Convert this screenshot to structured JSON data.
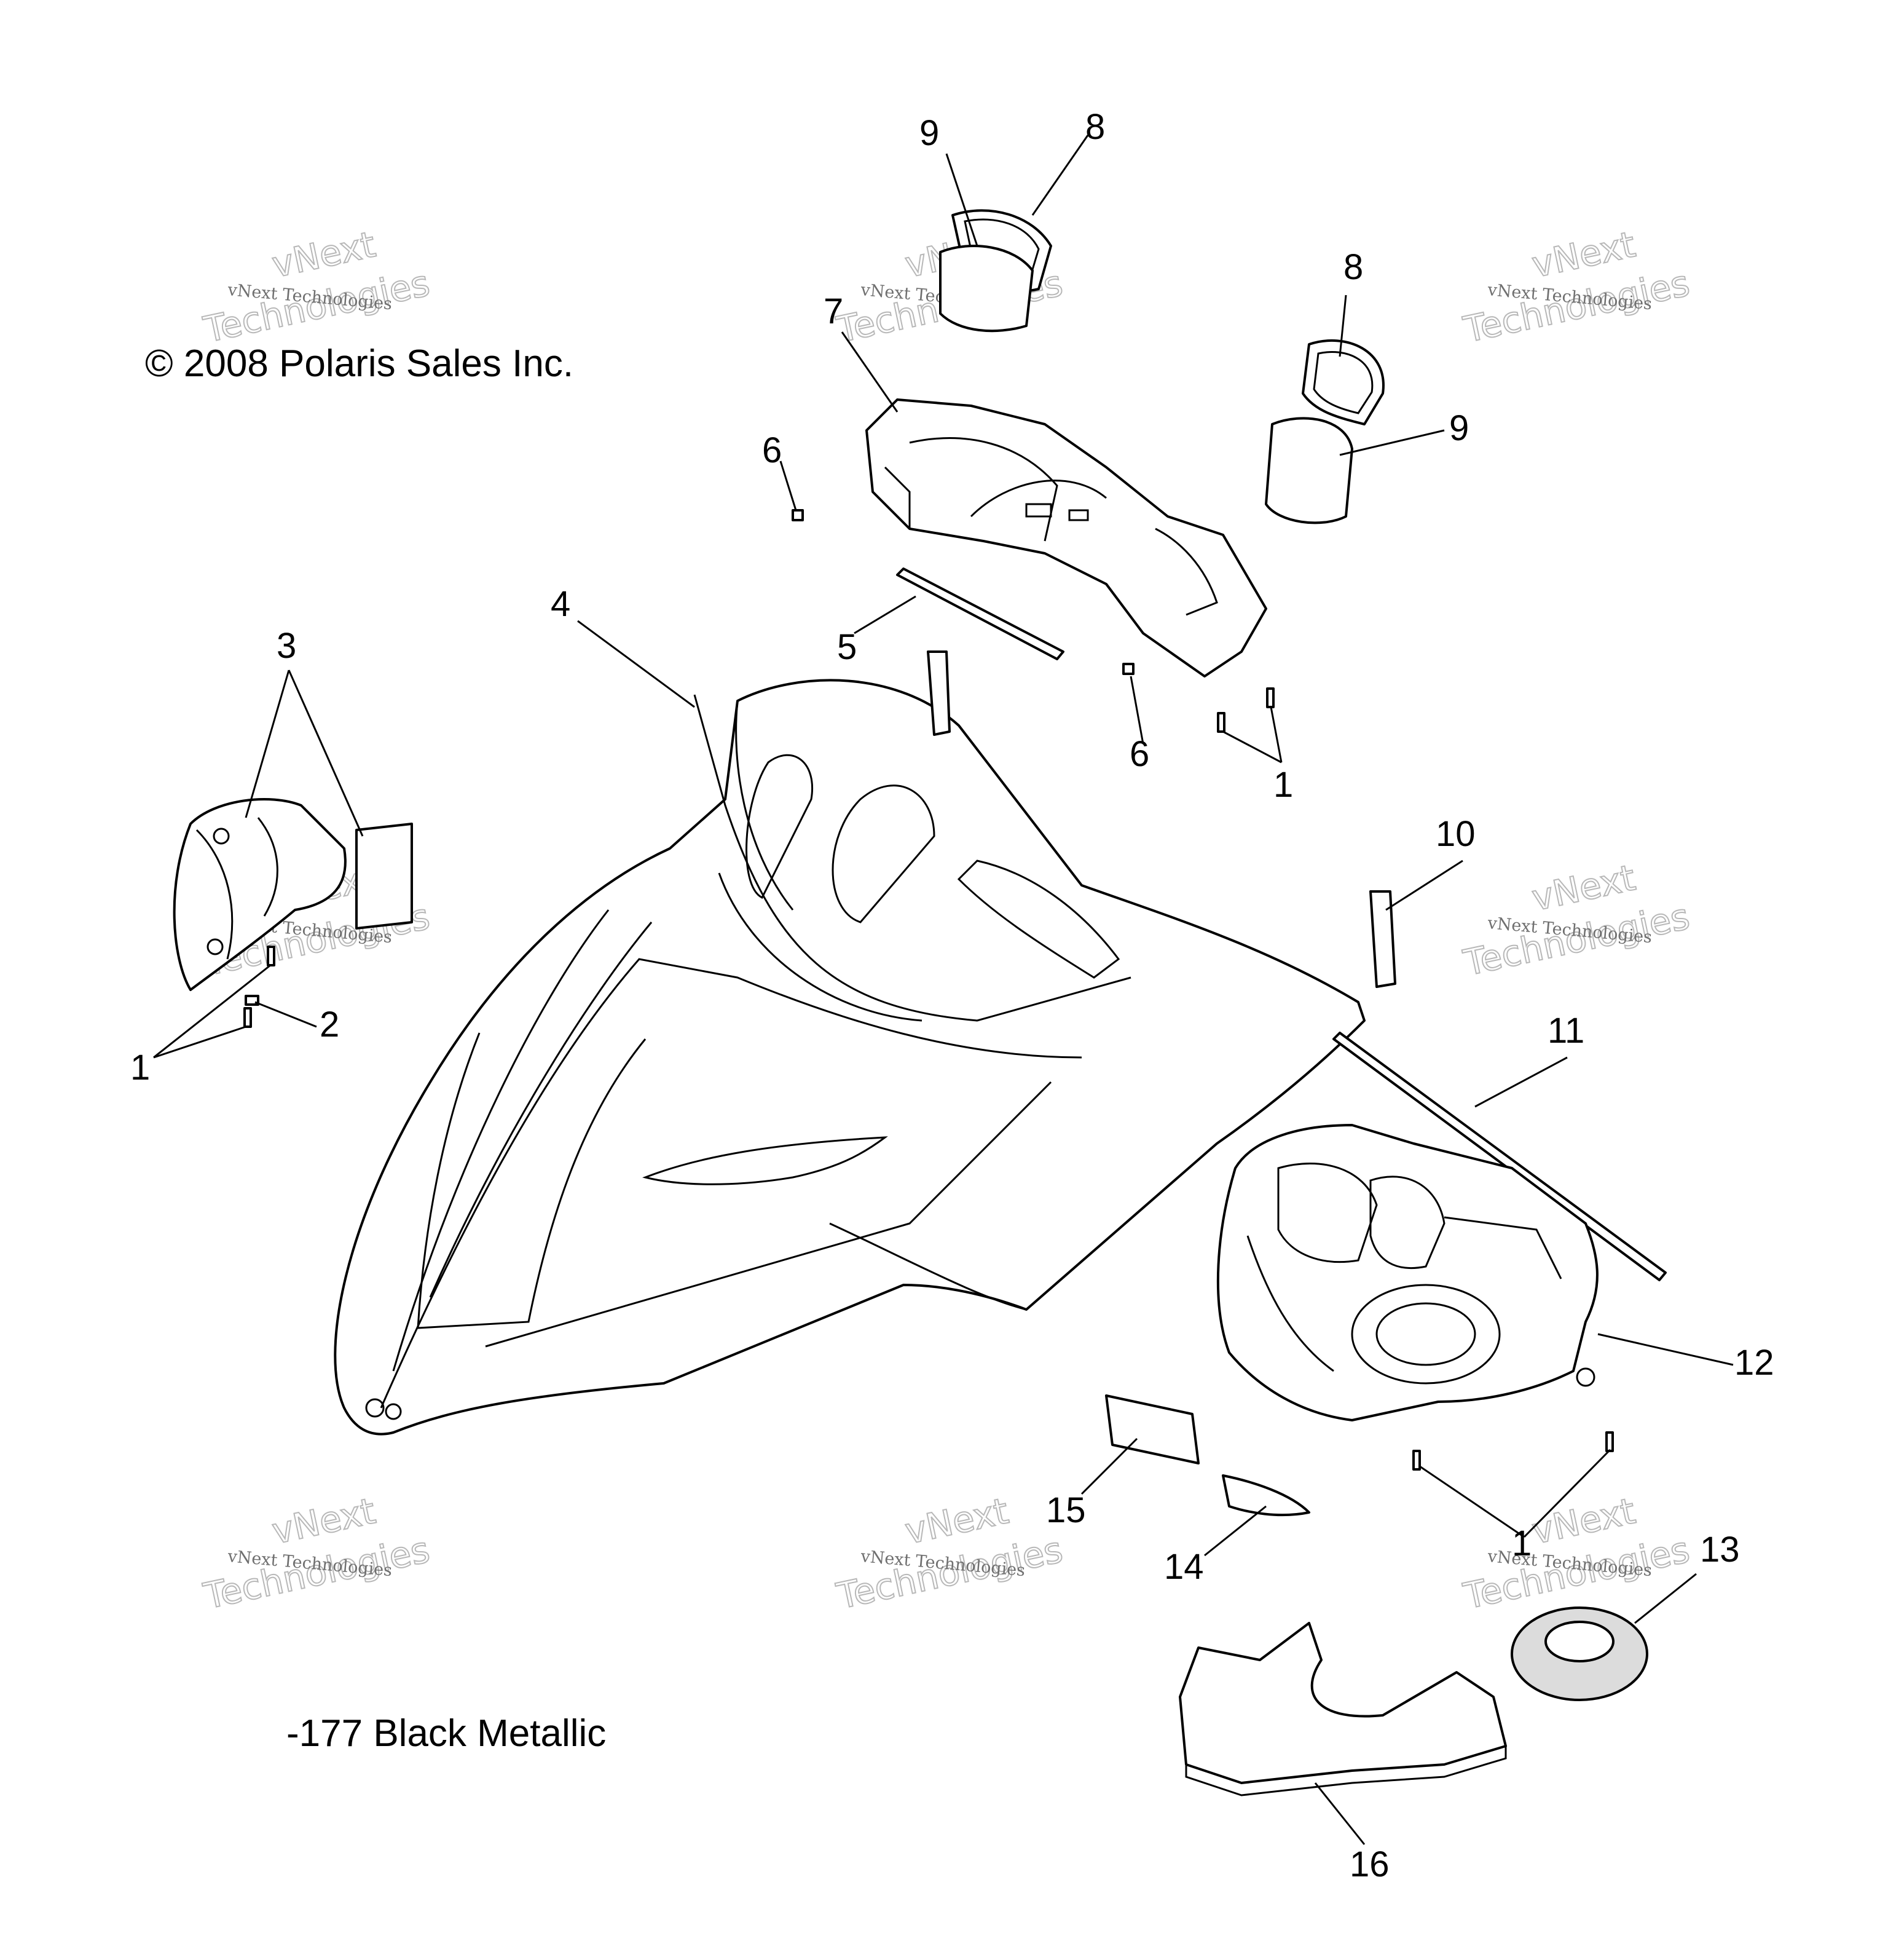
{
  "copyright": "© 2008 Polaris Sales Inc.",
  "color_note": "-177 Black Metallic",
  "watermark": {
    "line1": "vNext",
    "line2": "Technologies",
    "caption": "vNext Technologies"
  },
  "callouts": [
    {
      "id": "c9a",
      "text": "9"
    },
    {
      "id": "c8a",
      "text": "8"
    },
    {
      "id": "c8b",
      "text": "8"
    },
    {
      "id": "c7",
      "text": "7"
    },
    {
      "id": "c6a",
      "text": "6"
    },
    {
      "id": "c9b",
      "text": "9"
    },
    {
      "id": "c4",
      "text": "4"
    },
    {
      "id": "c5",
      "text": "5"
    },
    {
      "id": "c3",
      "text": "3"
    },
    {
      "id": "c6b",
      "text": "6"
    },
    {
      "id": "c1a",
      "text": "1"
    },
    {
      "id": "c10",
      "text": "10"
    },
    {
      "id": "c2",
      "text": "2"
    },
    {
      "id": "c1b",
      "text": "1"
    },
    {
      "id": "c11",
      "text": "11"
    },
    {
      "id": "c12",
      "text": "12"
    },
    {
      "id": "c15",
      "text": "15"
    },
    {
      "id": "c14",
      "text": "14"
    },
    {
      "id": "c1c",
      "text": "1"
    },
    {
      "id": "c13",
      "text": "13"
    },
    {
      "id": "c16",
      "text": "16"
    }
  ]
}
